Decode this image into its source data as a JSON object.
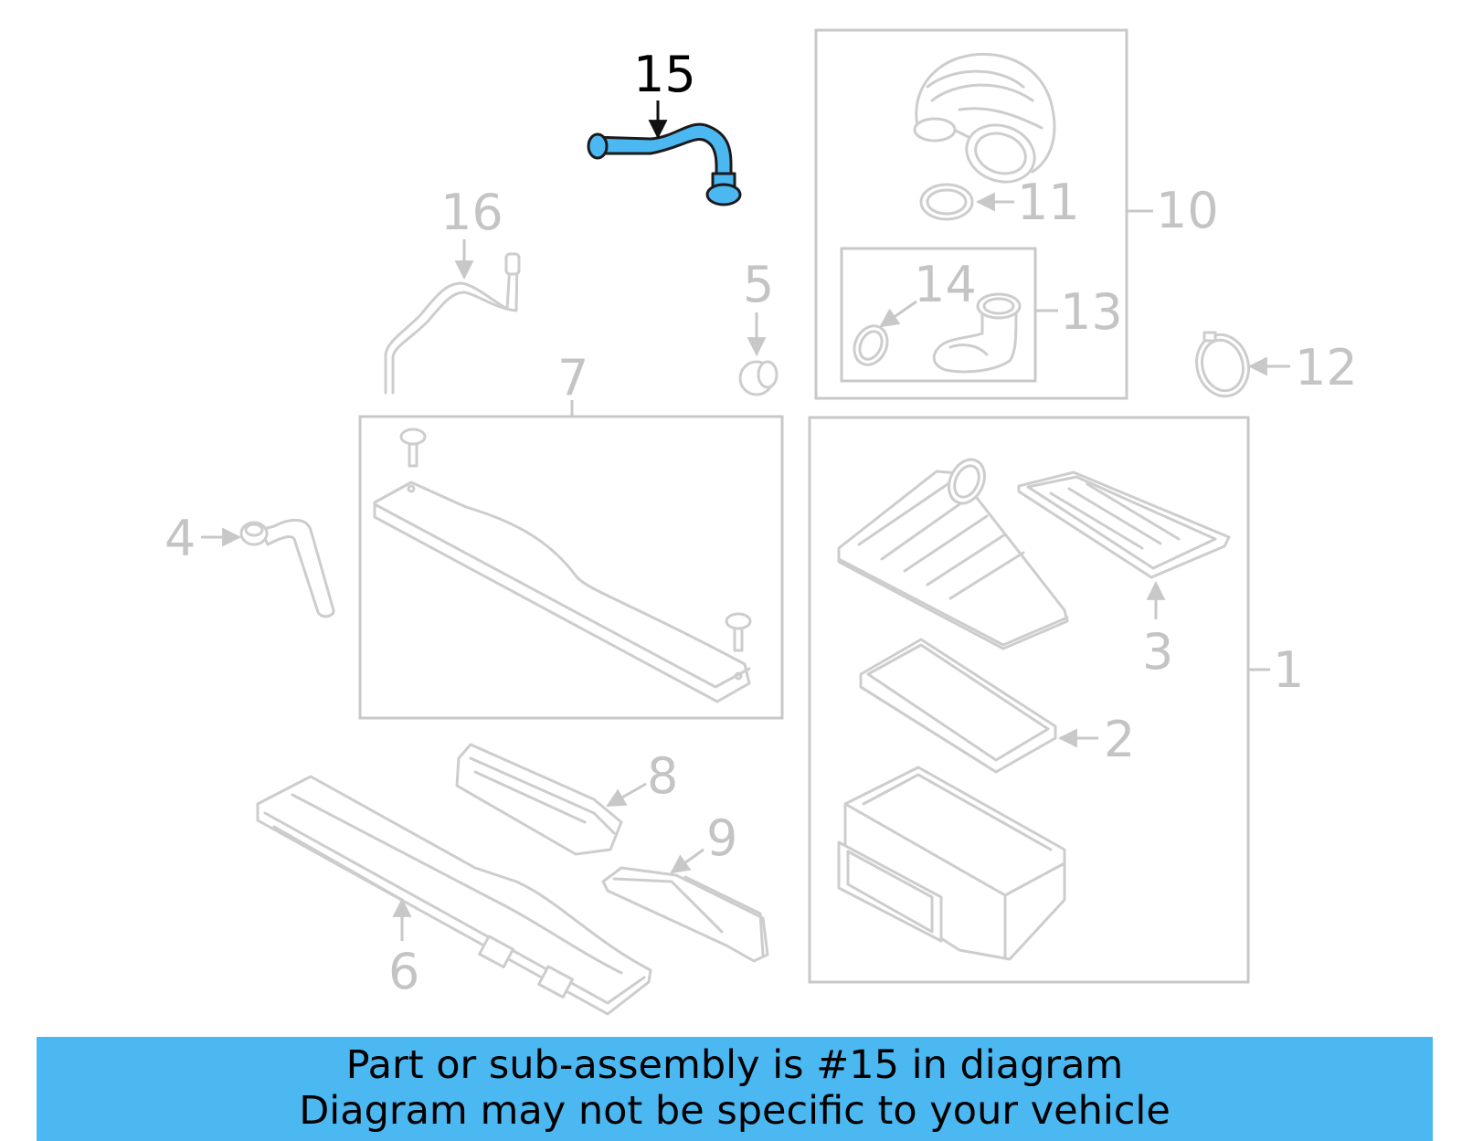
{
  "callouts": {
    "c1": "1",
    "c2": "2",
    "c3": "3",
    "c4": "4",
    "c5": "5",
    "c6": "6",
    "c7": "7",
    "c8": "8",
    "c9": "9",
    "c10": "10",
    "c11": "11",
    "c12": "12",
    "c13": "13",
    "c14": "14",
    "c15": "15",
    "c16": "16"
  },
  "highlight": {
    "part": "15",
    "color": "#4cb8f2"
  },
  "banner": {
    "line1": "Part or sub-assembly is #15 in diagram",
    "line2": "Diagram may not be specific to your vehicle",
    "color": "#4cb8f2"
  }
}
